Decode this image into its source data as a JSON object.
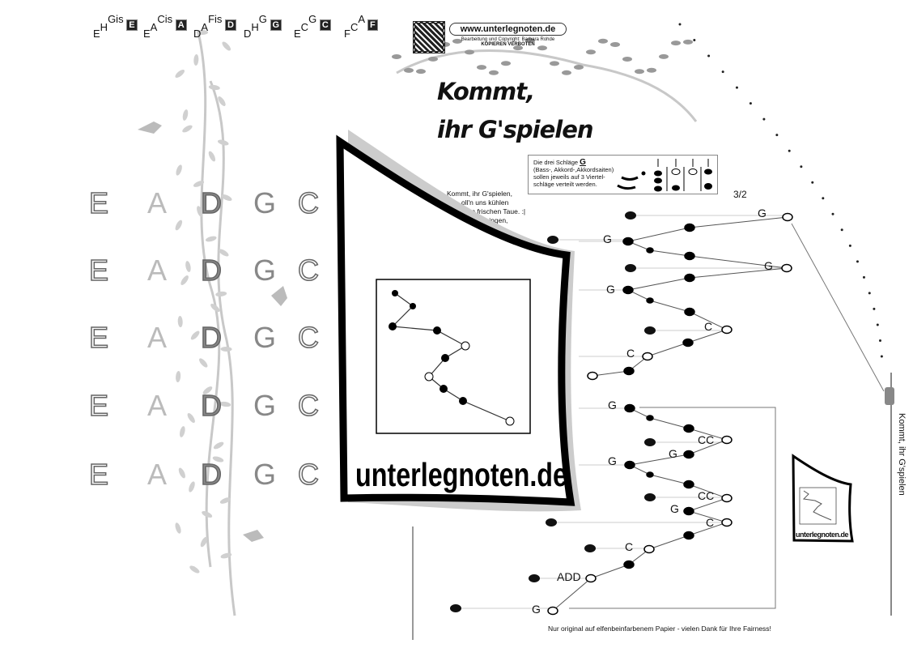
{
  "tuning": [
    {
      "low": "E",
      "mid": "H",
      "high": "Gis",
      "key": "E"
    },
    {
      "low": "E",
      "mid": "A",
      "high": "Cis",
      "key": "A"
    },
    {
      "low": "D",
      "mid": "A",
      "high": "Fis",
      "key": "D"
    },
    {
      "low": "D",
      "mid": "H",
      "high": "G",
      "key": "G"
    },
    {
      "low": "E",
      "mid": "C",
      "high": "G",
      "key": "C"
    },
    {
      "low": "F",
      "mid": "C",
      "high": "A",
      "key": "F"
    }
  ],
  "header": {
    "website": "www.unterlegnoten.de",
    "copyright": "Bearbeitung und Copyright: Barbara Rohde",
    "notice": "KOPIEREN VERBOTEN"
  },
  "title": {
    "line1": "Kommt,",
    "line2": "ihr G'spielen"
  },
  "string_grid": {
    "rows": [
      [
        "E",
        "A",
        "D",
        "G",
        "C"
      ],
      [
        "E",
        "A",
        "D",
        "G",
        "C"
      ],
      [
        "E",
        "A",
        "D",
        "G",
        "C"
      ],
      [
        "E",
        "A",
        "D",
        "G",
        "C"
      ],
      [
        "E",
        "A",
        "D",
        "G",
        "C"
      ]
    ]
  },
  "legend": {
    "text_lines": [
      "Die drei Schläge",
      "(Bass-, Akkord-,Akkordsaiten)",
      "sollen jeweils auf 3 Viertel-",
      "schläge verteilt werden."
    ],
    "chord": "G"
  },
  "lyrics": [
    "Kommt, ihr G'spielen,",
    "oll'n uns kühlen",
    "m frischen Taue. :|",
    "singen,"
  ],
  "time_signature": "3/2",
  "brand_logo": "unterlegnoten.de",
  "thumbnail_logo": "unterlegnoten.de",
  "side_title": "Kommt, ihr G'spielen",
  "footer": "Nur original auf elfenbeinfarbenem Papier - vielen Dank für Ihre Fairness!",
  "chords": [
    "G",
    "G",
    "G",
    "G",
    "C",
    "C",
    "G",
    "CC",
    "G",
    "G",
    "CC",
    "G",
    "C",
    "C",
    "ADD",
    "G"
  ]
}
